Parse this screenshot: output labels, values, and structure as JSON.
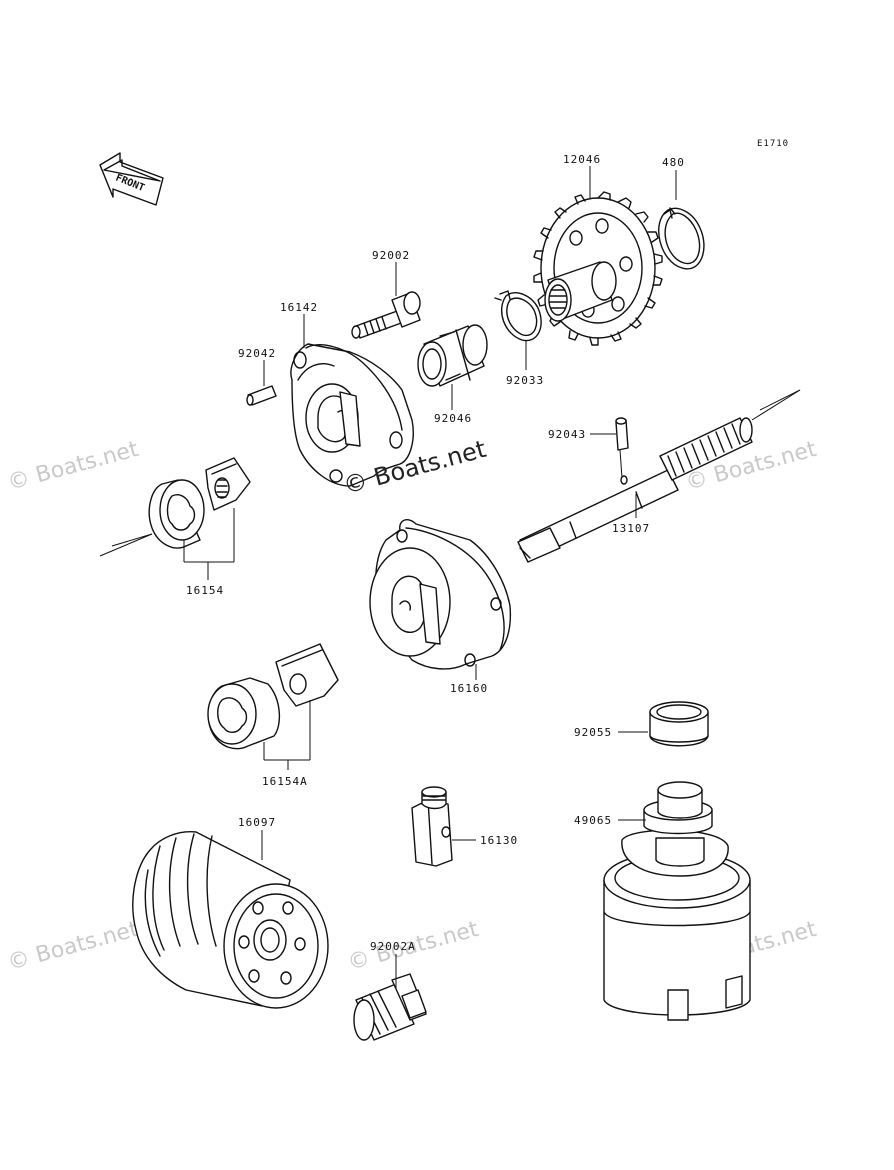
{
  "diagram_ref": "E1710",
  "front_label": "FRONT",
  "watermark_main": "© Boats.net",
  "watermark": "© Boats.net",
  "parts": [
    {
      "id": "12046",
      "label": "12046"
    },
    {
      "id": "480",
      "label": "480"
    },
    {
      "id": "92002",
      "label": "92002"
    },
    {
      "id": "16142",
      "label": "16142"
    },
    {
      "id": "92042",
      "label": "92042"
    },
    {
      "id": "92046",
      "label": "92046"
    },
    {
      "id": "92033",
      "label": "92033"
    },
    {
      "id": "92043",
      "label": "92043"
    },
    {
      "id": "13107",
      "label": "13107"
    },
    {
      "id": "16154",
      "label": "16154"
    },
    {
      "id": "16160",
      "label": "16160"
    },
    {
      "id": "16154A",
      "label": "16154A"
    },
    {
      "id": "92055",
      "label": "92055"
    },
    {
      "id": "49065",
      "label": "49065"
    },
    {
      "id": "16097",
      "label": "16097"
    },
    {
      "id": "16130",
      "label": "16130"
    },
    {
      "id": "92002A",
      "label": "92002A"
    }
  ]
}
